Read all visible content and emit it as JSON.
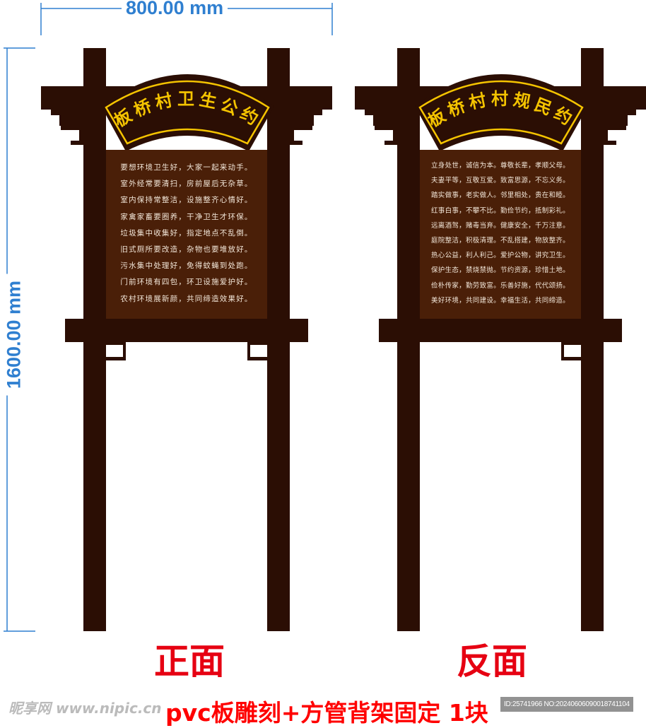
{
  "dimensions": {
    "width_label": "800.00 mm",
    "height_label": "1600.00 mm",
    "line_color": "#2f7fd0"
  },
  "colors": {
    "frame": "#2b0e04",
    "panel": "#4a1f08",
    "gold": "#f5c400",
    "label_red": "#e60012"
  },
  "front": {
    "title": "板桥村卫生公约",
    "lines": [
      "要想环境卫生好，大家一起来动手。",
      "室外经常要清扫，房前屋后无杂草。",
      "室内保持常整洁，设施整齐心情好。",
      "家禽家畜要圈养，干净卫生才环保。",
      "垃圾集中收集好，指定地点不乱倒。",
      "旧式厕所要改造，杂物也要堆放好。",
      "污水集中处理好，免得蚊蝇到处跑。",
      "门前环境有四包，环卫设施爱护好。",
      "农村环境展新颜，共同缔造效果好。"
    ],
    "label": "正面"
  },
  "back": {
    "title": "板桥村村规民约",
    "lines": [
      "立身处世，诚信为本。尊敬长辈，孝顺父母。",
      "夫妻平等，互敬互爱。致富思源，不忘义务。",
      "踏实做事，老实做人。邻里相处，贵在和睦。",
      "红事白事，不攀不比。勤俭节约，抵制彩礼。",
      "远离酒驾，赌毒当弃。健康安全，千万注意。",
      "庭院整洁，积极清理。不乱搭建，物放整齐。",
      "热心公益，利人利己。爱护公物，讲究卫生。",
      "保护生态，禁烧禁抛。节约资源，珍惜土地。",
      "俭朴传家，勤劳致富。乐善好施，代代颂扬。",
      "美好环境，共同建设。幸福生活，共同缔造。"
    ],
    "label": "反面"
  },
  "footer": {
    "note": "pvc板雕刻+方管背架固定 1块",
    "watermark": "昵享网 www.nipic.cn",
    "id_info": "ID:25741966 NO:20240606090018741104"
  }
}
